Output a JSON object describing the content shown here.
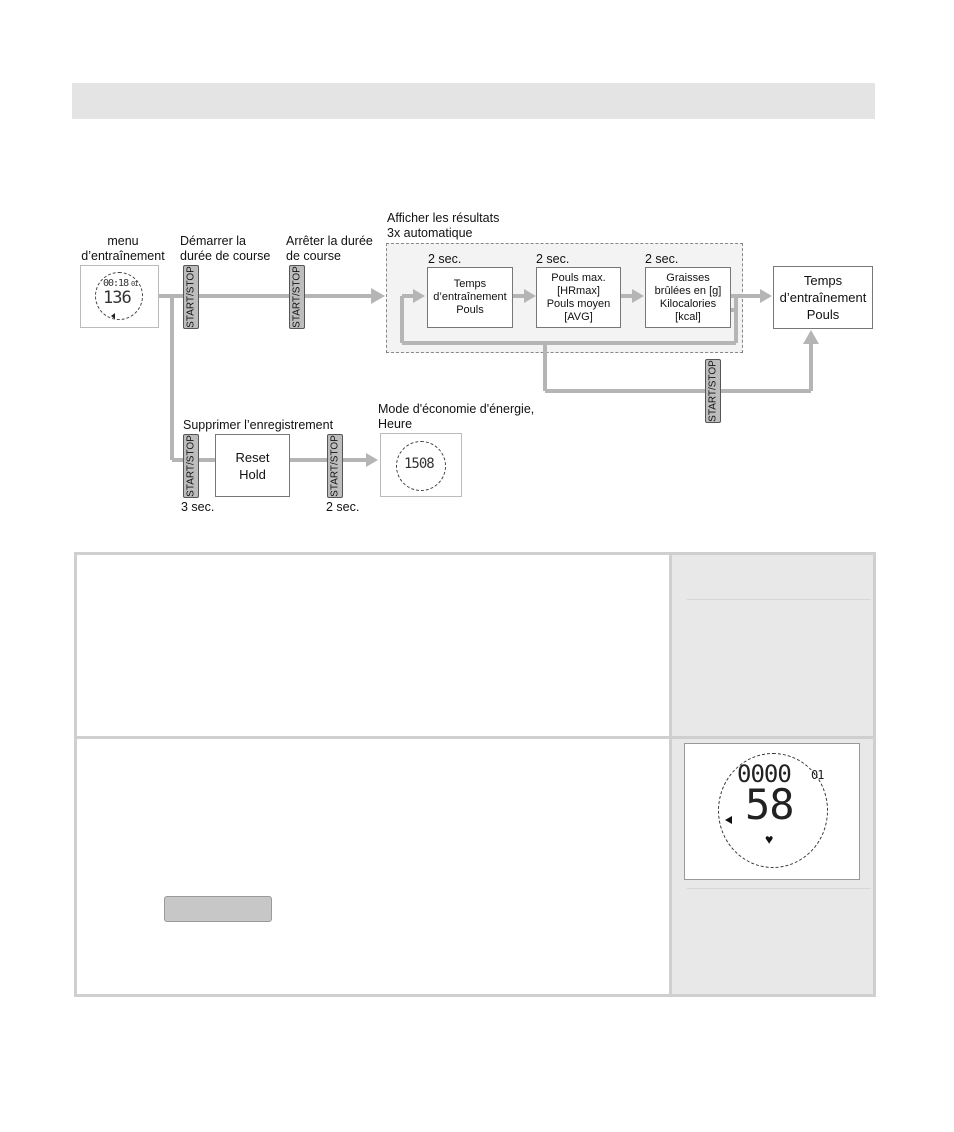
{
  "diagram": {
    "labels": {
      "menu": "menu",
      "menu2": "d’entraînement",
      "start_race_1": "Démarrer la",
      "start_race_2": "durée de course",
      "stop_race_1": "Arrêter la durée",
      "stop_race_2": "de course",
      "results_1": "Afficher les résultats",
      "results_2": "3x automatique",
      "delete": "Supprimer l’enregistrement",
      "eco_1": "Mode d'économie d'énergie,",
      "eco_2": "Heure",
      "sec3": "3 sec.",
      "sec2_bottom": "2 sec.",
      "sec2_a": "2 sec.",
      "sec2_b": "2 sec.",
      "sec2_c": "2 sec."
    },
    "boxes": {
      "train_1": "Temps",
      "train_2": "d’entraînement",
      "train_3": "Pouls",
      "pulse_1": "Pouls max.",
      "pulse_2": "[HRmax]",
      "pulse_3": "Pouls moyen",
      "pulse_4": "[AVG]",
      "fat_1": "Graisses",
      "fat_2": "brûlées en [g]",
      "fat_3": "Kilocalories",
      "fat_4": "[kcal]",
      "final_1": "Temps",
      "final_2": "d’entraînement",
      "final_3": "Pouls",
      "reset_1": "Reset",
      "reset_2": "Hold"
    },
    "button_label": "START/STOP",
    "watch_menu": {
      "top": "00:18",
      "top_small": "01",
      "main": "136"
    },
    "watch_eco": {
      "main": "1508"
    },
    "colors": {
      "arrow": "#b5b5b5",
      "button": "#bdbdbd"
    }
  },
  "watch_display": {
    "top": "0000",
    "top_small": "01",
    "main": "58",
    "heart_icon": "heart-icon",
    "arrow_icon": "triangle-left-icon"
  }
}
